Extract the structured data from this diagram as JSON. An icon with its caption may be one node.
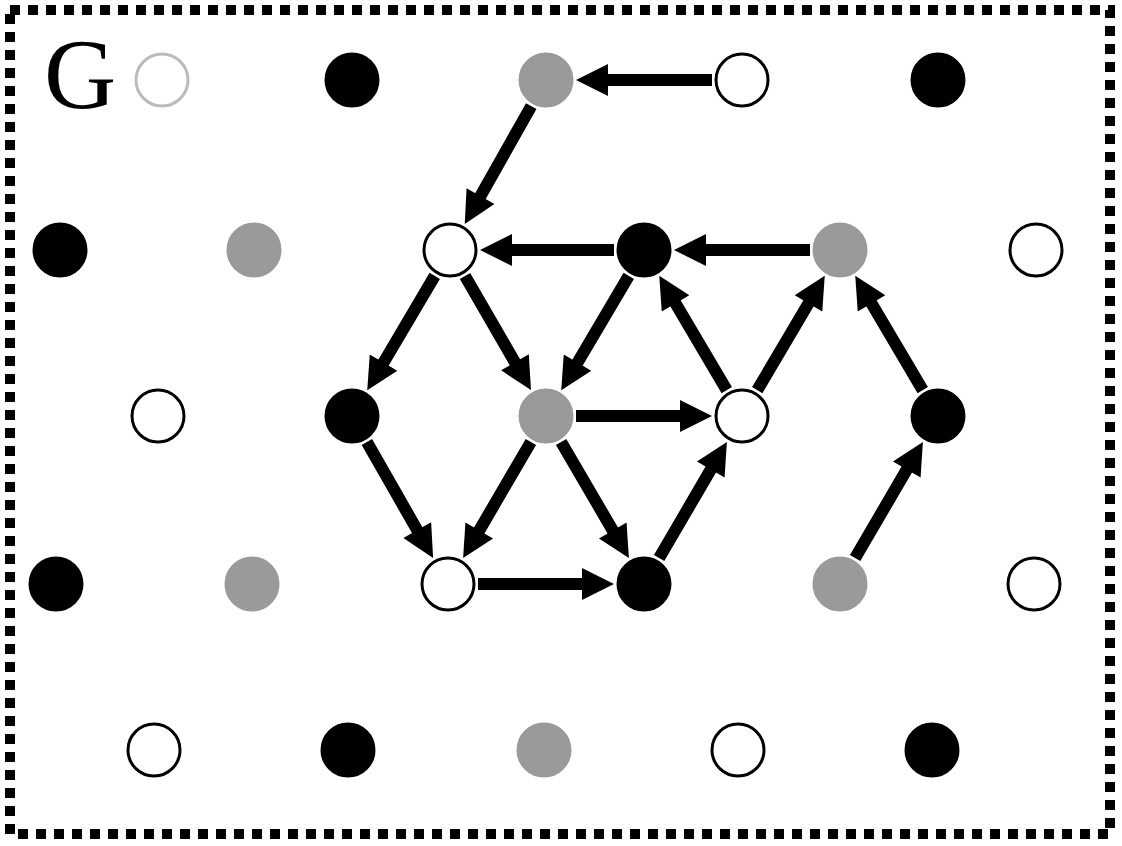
{
  "diagram": {
    "nodes": [
      {
        "text": [],
        "shape": "circle"
      },
      {
        "text": [],
        "shape": "circle"
      },
      {
        "text": [],
        "shape": "circle"
      },
      {
        "text": [],
        "shape": "circle"
      },
      {
        "text": [],
        "shape": "circle"
      },
      {
        "text": [],
        "shape": "circle"
      },
      {
        "text": [],
        "shape": "circle"
      },
      {
        "text": [],
        "shape": "circle"
      },
      {
        "text": [],
        "shape": "circle"
      },
      {
        "text": [],
        "shape": "circle"
      },
      {
        "text": [],
        "shape": "circle"
      },
      {
        "text": [],
        "shape": "circle"
      },
      {
        "text": [],
        "shape": "circle"
      },
      {
        "text": [],
        "shape": "circle"
      },
      {
        "text": [],
        "shape": "circle"
      },
      {
        "text": [],
        "shape": "circle"
      },
      {
        "text": [],
        "shape": "circle"
      },
      {
        "text": [],
        "shape": "circle"
      },
      {
        "text": [],
        "shape": "circle"
      },
      {
        "text": [],
        "shape": "circle"
      },
      {
        "text": [],
        "shape": "circle"
      },
      {
        "text": [],
        "shape": "circle"
      },
      {
        "text": [],
        "shape": "circle"
      },
      {
        "text": [],
        "shape": "circle"
      },
      {
        "text": [],
        "shape": "circle"
      },
      {
        "text": [],
        "shape": "circle"
      },
      {
        "text": [],
        "shape": "circle"
      }
    ],
    "edges": [
      {
        "from": 3,
        "to": 2,
        "arrow": "to"
      },
      {
        "from": 2,
        "to": 7,
        "arrow": "to"
      },
      {
        "from": 8,
        "to": 7,
        "arrow": "to"
      },
      {
        "from": 9,
        "to": 8,
        "arrow": "to"
      },
      {
        "from": 7,
        "to": 12,
        "arrow": "to"
      },
      {
        "from": 7,
        "to": 13,
        "arrow": "to"
      },
      {
        "from": 8,
        "to": 13,
        "arrow": "to"
      },
      {
        "from": 13,
        "to": 14,
        "arrow": "to"
      },
      {
        "from": 14,
        "to": 8,
        "arrow": "to"
      },
      {
        "from": 14,
        "to": 9,
        "arrow": "to"
      },
      {
        "from": 15,
        "to": 9,
        "arrow": "to"
      },
      {
        "from": 12,
        "to": 18,
        "arrow": "to"
      },
      {
        "from": 13,
        "to": 18,
        "arrow": "to"
      },
      {
        "from": 13,
        "to": 19,
        "arrow": "to"
      },
      {
        "from": 18,
        "to": 19,
        "arrow": "to"
      },
      {
        "from": 19,
        "to": 14,
        "arrow": "to"
      },
      {
        "from": 20,
        "to": 15,
        "arrow": "to"
      }
    ],
    "labels": [
      "G"
    ]
  }
}
